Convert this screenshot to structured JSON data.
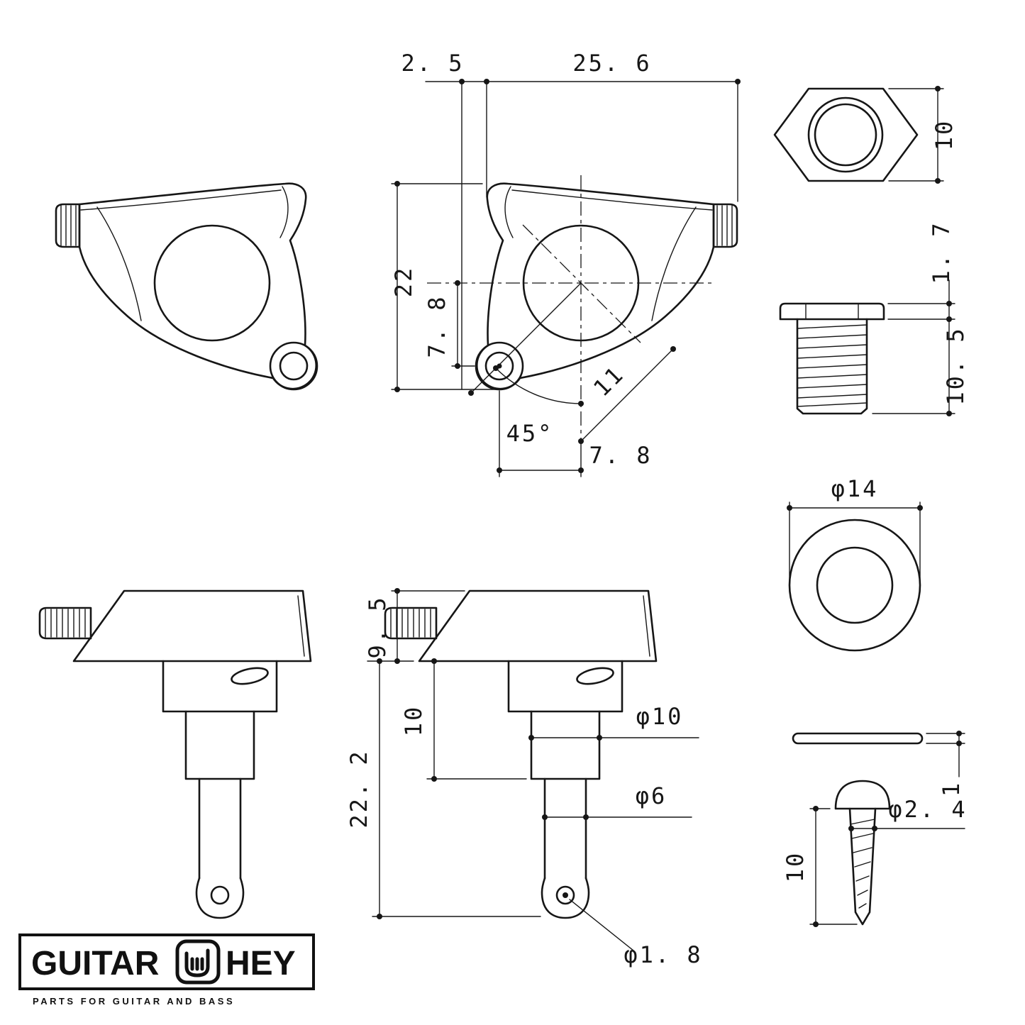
{
  "document": {
    "type": "technical-drawing-guitar-tuning-machine",
    "background": "#ffffff",
    "line_color": "#161616"
  },
  "views": {
    "tuner_side_left": {
      "label": "tuner-housing-side-view"
    },
    "tuner_side_dimensioned": {
      "dims": {
        "offset_top": "2. 5",
        "overall_length": "25. 6",
        "overall_height": "22",
        "post_drop": "7. 8",
        "angle": "45°",
        "diagonal": "11",
        "post_offset": "7. 8"
      }
    },
    "hex_nut_front": {
      "dims": {
        "across_flats": "10"
      }
    },
    "bushing_side": {
      "dims": {
        "flange_height": "1. 7",
        "thread_length": "10. 5"
      }
    },
    "washer_front": {
      "dims": {
        "outer_diameter": "φ14"
      }
    },
    "tuner_front_dimensioned": {
      "dims": {
        "button_height": "9. 5",
        "shaft_length": "10",
        "overall_length": "22. 2",
        "shaft_diameter": "φ10",
        "post_diameter": "φ6",
        "hole_diameter": "φ1. 8"
      }
    },
    "washer_side": {
      "dims": {
        "thickness": "1"
      }
    },
    "screw_side": {
      "dims": {
        "head_diameter": "φ2. 4",
        "length": "10"
      }
    }
  },
  "logo": {
    "brand_left": "GUITAR",
    "brand_right": "HEY",
    "icon": "rock-hand-icon",
    "tagline": "PARTS FOR GUITAR AND BASS"
  }
}
